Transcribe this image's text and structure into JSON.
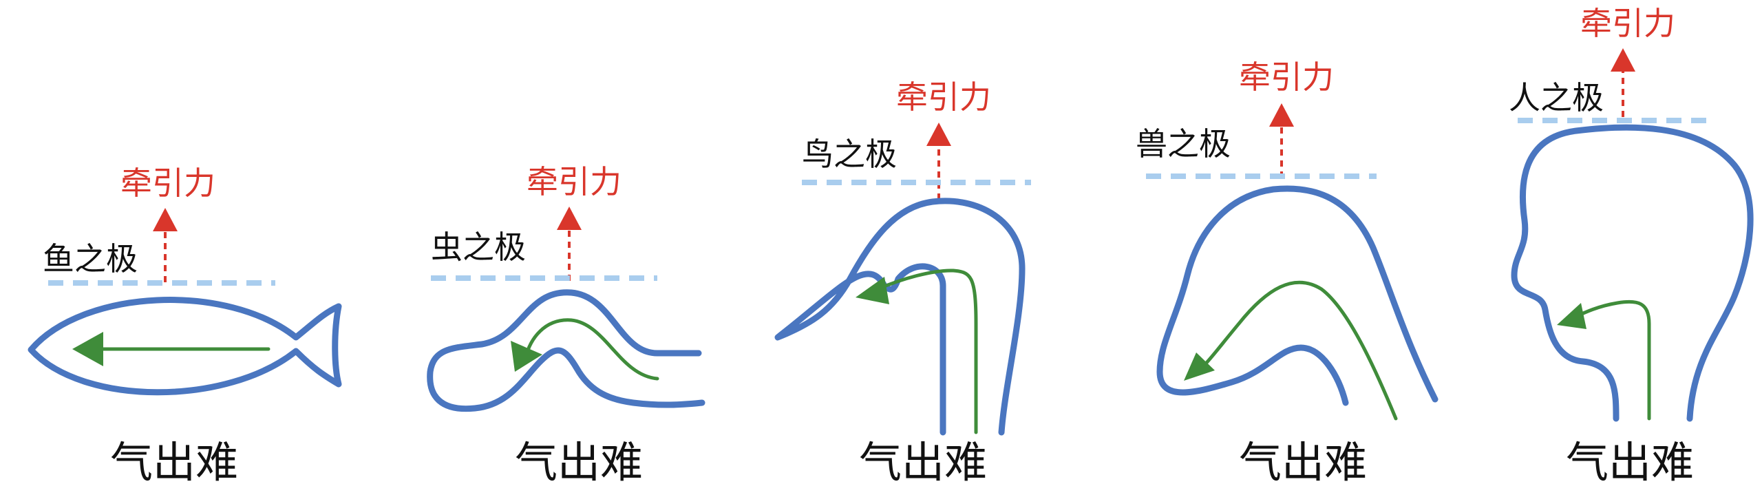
{
  "panels": [
    {
      "id": "fish",
      "force_label": "牵引力",
      "limit_label": "鱼之极",
      "caption": "气出难"
    },
    {
      "id": "insect",
      "force_label": "牵引力",
      "limit_label": "虫之极",
      "caption": "气出难"
    },
    {
      "id": "bird",
      "force_label": "牵引力",
      "limit_label": "鸟之极",
      "caption": "气出难"
    },
    {
      "id": "beast",
      "force_label": "牵引力",
      "limit_label": "兽之极",
      "caption": "气出难"
    },
    {
      "id": "human",
      "force_label": "牵引力",
      "limit_label": "人之极",
      "caption": "气出难"
    }
  ],
  "colors": {
    "outline": "#4a76c0",
    "flow": "#3f8c3a",
    "force": "#d9362b",
    "limit_line": "#a9cdee"
  }
}
